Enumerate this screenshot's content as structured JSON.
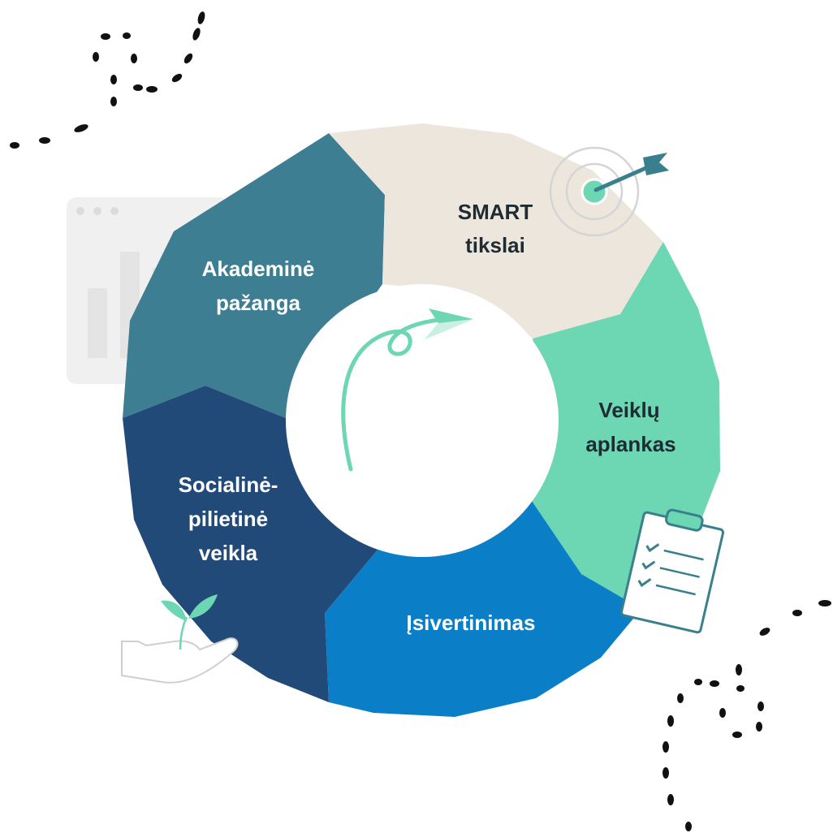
{
  "colors": {
    "academic": "#3e7e93",
    "smart": "#ece6dd",
    "portfolio": "#6dd6b2",
    "evaluation": "#0a7fc8",
    "social": "#224a79",
    "center": "#ffffff",
    "arrow": "#6dd6b2",
    "ink": "#1e2b33",
    "decor_gray": "#f0f0f0",
    "teal_icon": "#3a7f8e"
  },
  "segments": {
    "smart": {
      "line1": "SMART",
      "line2": "tikslai"
    },
    "portfolio": {
      "line1": "Veiklų",
      "line2": "aplankas"
    },
    "evaluation": {
      "line1": "Įsivertinimas"
    },
    "social": {
      "line1": "Socialinė-",
      "line2": "pilietinė",
      "line3": "veikla"
    },
    "academic": {
      "line1": "Akademinė",
      "line2": "pažanga"
    }
  },
  "icons": {
    "target": "target-with-arrow-icon",
    "clipboard": "checklist-clipboard-icon",
    "hand": "hand-with-sprout-icon",
    "center_arrow": "loop-arrow-icon",
    "background_chart": "browser-bar-chart-icon"
  }
}
